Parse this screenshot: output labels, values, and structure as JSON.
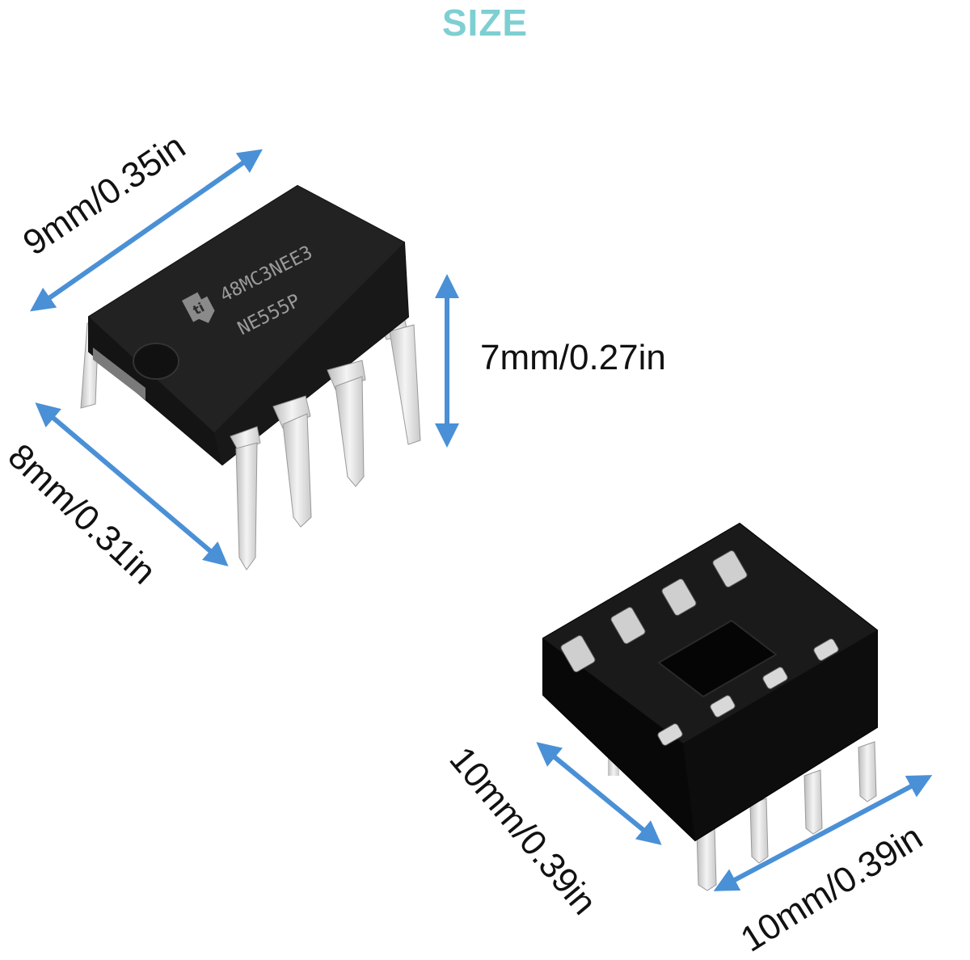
{
  "title": "SIZE",
  "chip": {
    "marking_line1": "48MC3NEE3",
    "marking_line2": "NE555P"
  },
  "dimensions": {
    "chip_length": "9mm/0.35in",
    "chip_height": "7mm/0.27in",
    "chip_width": "8mm/0.31in",
    "socket_width": "10mm/0.39in",
    "socket_length": "10mm/0.39in"
  },
  "colors": {
    "title": "#7ecfd2",
    "arrow": "#4a90d6",
    "chip_body": "#1f1f1f",
    "socket_body": "#111111",
    "pin": "#e4e4e4"
  }
}
